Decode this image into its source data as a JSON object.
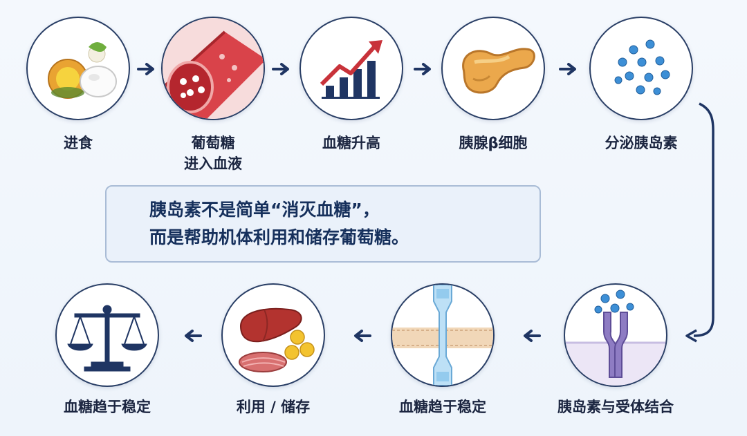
{
  "steps": [
    {
      "label_lines": [
        "进食"
      ],
      "icon": "food-icon"
    },
    {
      "label_lines": [
        "葡萄糖",
        "进入血液"
      ],
      "icon": "blood-vessel-icon"
    },
    {
      "label_lines": [
        "血糖升高"
      ],
      "icon": "rising-chart-icon"
    },
    {
      "label_lines": [
        "胰腺β细胞"
      ],
      "icon": "pancreas-icon"
    },
    {
      "label_lines": [
        "分泌胰岛素"
      ],
      "icon": "insulin-particles-icon"
    },
    {
      "label_lines": [
        "胰岛素与受体结合"
      ],
      "icon": "receptor-icon"
    },
    {
      "label_lines": [
        "血糖趋于稳定"
      ],
      "icon": "glucose-channel-icon"
    },
    {
      "label_lines": [
        "利用 / 储存"
      ],
      "icon": "liver-muscle-icon"
    },
    {
      "label_lines": [
        "血糖趋于稳定"
      ],
      "icon": "balance-scale-icon"
    }
  ],
  "callout": {
    "line1": "胰岛素不是简单“消灭血糖”，",
    "line2": "而是帮助机体利用和储存葡萄糖。"
  },
  "colors": {
    "navy": "#1f3563",
    "red": "#c8323a",
    "blue_dot": "#3d8fd6",
    "pancreas": "#e8a64a",
    "receptor": "#8e7cc3"
  }
}
